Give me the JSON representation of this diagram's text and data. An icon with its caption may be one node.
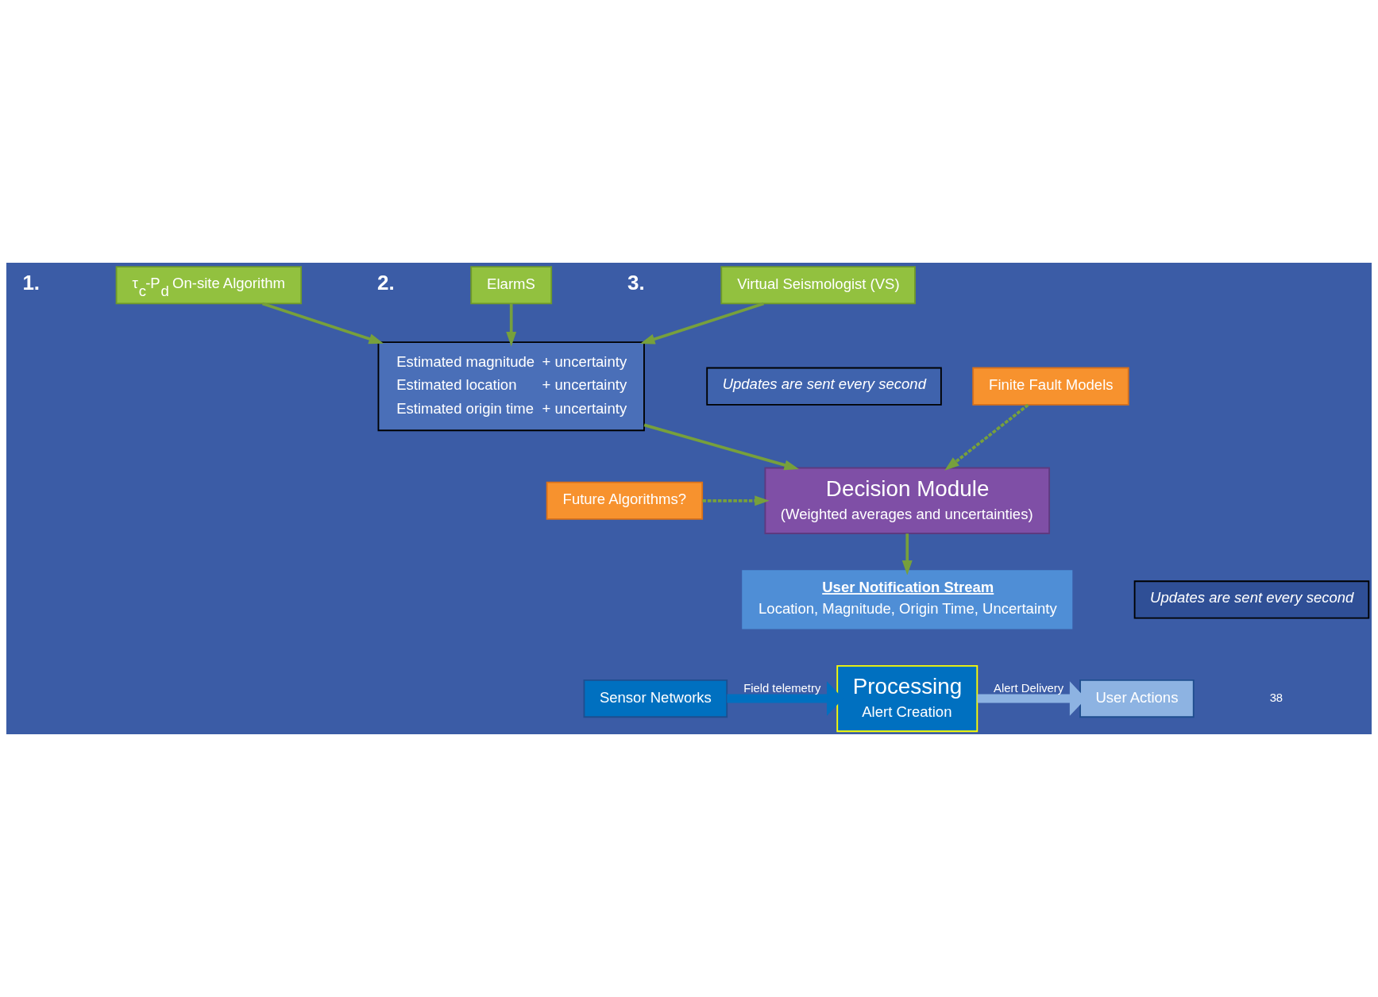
{
  "diagram": {
    "nodes": [
      {
        "text": [
          "τ$_{c}$-P$_{d}$ On-site Algorithm"
        ],
        "beside": [
          "1."
        ]
      },
      {
        "text": [
          "ElarmS"
        ],
        "beside": [
          "2."
        ]
      },
      {
        "text": [
          "Virtual Seismologist (VS)"
        ],
        "beside": [
          "3."
        ]
      },
      {
        "text": [
          "Estimated magnitude",
          "+ uncertainty",
          "Estimated location",
          "+ uncertainty",
          "Estimated origin time",
          "+ uncertainty"
        ]
      },
      {
        "text": [
          "Updates are sent every second"
        ]
      },
      {
        "text": [
          "Decision Module",
          "(Weighted averages and uncertainties)"
        ]
      },
      {
        "text": [
          "Future Algorithms?"
        ]
      },
      {
        "text": [
          "Finite Fault Models"
        ]
      },
      {
        "text": [
          "User Notification Stream",
          "Location, Magnitude, Origin Time, Uncertainty"
        ]
      },
      {
        "text": [
          "Updates are sent every second"
        ]
      },
      {
        "text": [
          "Sensor Networks"
        ]
      },
      {
        "text": [
          "Processing",
          "Alert Creation"
        ]
      },
      {
        "text": [
          "User Actions"
        ]
      }
    ],
    "edges": [
      {
        "from": 0,
        "to": 3,
        "arrow": "to"
      },
      {
        "from": 1,
        "to": 3,
        "arrow": "to"
      },
      {
        "from": 2,
        "to": 3,
        "arrow": "to"
      },
      {
        "from": 3,
        "to": 5,
        "arrow": "to"
      },
      {
        "from": 6,
        "to": 5,
        "arrow": "to",
        "style": "dashed"
      },
      {
        "from": 7,
        "to": 5,
        "arrow": "to",
        "style": "dashed"
      },
      {
        "from": 5,
        "to": 8,
        "arrow": "to"
      },
      {
        "from": 10,
        "to": 11,
        "arrow": "to",
        "label": "Field telemetry",
        "style": "thick",
        "color": "#0070c0"
      },
      {
        "from": 11,
        "to": 12,
        "arrow": "to",
        "label": "Alert Delivery",
        "style": "thick",
        "color": "#8db3e2"
      }
    ],
    "labels": [
      "38"
    ]
  }
}
